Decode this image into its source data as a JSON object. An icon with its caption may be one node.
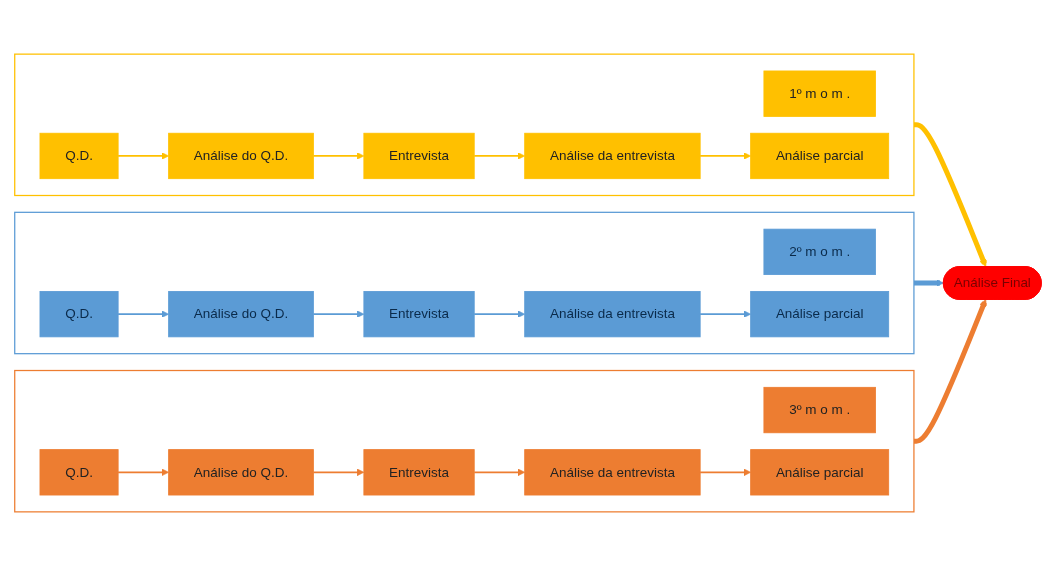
{
  "diagram": {
    "nodes": [
      {
        "text": [],
        "shape": "box"
      },
      {
        "text": [
          "1º m o m ."
        ],
        "in": 0
      },
      {
        "text": [
          "Q.D."
        ],
        "in": 0
      },
      {
        "text": [
          "Análise do Q.D."
        ],
        "in": 0
      },
      {
        "text": [
          "Entrevista"
        ],
        "in": 0
      },
      {
        "text": [
          "Análise da entrevista"
        ],
        "in": 0
      },
      {
        "text": [
          "Análise parcial"
        ],
        "in": 0
      },
      {
        "text": [],
        "shape": "box"
      },
      {
        "text": [
          "2º m o m ."
        ],
        "in": 7
      },
      {
        "text": [
          "Q.D."
        ],
        "in": 7
      },
      {
        "text": [
          "Análise do Q.D."
        ],
        "in": 7
      },
      {
        "text": [
          "Entrevista"
        ],
        "in": 7
      },
      {
        "text": [
          "Análise da entrevista"
        ],
        "in": 7
      },
      {
        "text": [
          "Análise parcial"
        ],
        "in": 7
      },
      {
        "text": [],
        "shape": "box"
      },
      {
        "text": [
          "3º m o m ."
        ],
        "in": 14
      },
      {
        "text": [
          "Q.D."
        ],
        "in": 14
      },
      {
        "text": [
          "Análise do Q.D."
        ],
        "in": 14
      },
      {
        "text": [
          "Entrevista"
        ],
        "in": 14
      },
      {
        "text": [
          "Análise da entrevista"
        ],
        "in": 14
      },
      {
        "text": [
          "Análise parcial"
        ],
        "in": 14
      },
      {
        "text": [
          "Análise Final"
        ]
      }
    ],
    "edges": [
      {
        "from": 2,
        "to": 3,
        "arrow": "to",
        "color": "#ffc000"
      },
      {
        "from": 3,
        "to": 4,
        "arrow": "to",
        "color": "#ffc000"
      },
      {
        "from": 4,
        "to": 5,
        "arrow": "to",
        "color": "#ffc000"
      },
      {
        "from": 5,
        "to": 6,
        "arrow": "to",
        "color": "#ffc000"
      },
      {
        "from": 9,
        "to": 10,
        "arrow": "to",
        "color": "#5b9bd5"
      },
      {
        "from": 10,
        "to": 11,
        "arrow": "to",
        "color": "#5b9bd5"
      },
      {
        "from": 11,
        "to": 12,
        "arrow": "to",
        "color": "#5b9bd5"
      },
      {
        "from": 12,
        "to": 13,
        "arrow": "to",
        "color": "#5b9bd5"
      },
      {
        "from": 16,
        "to": 17,
        "arrow": "to",
        "color": "#ed7d31"
      },
      {
        "from": 17,
        "to": 18,
        "arrow": "to",
        "color": "#ed7d31"
      },
      {
        "from": 18,
        "to": 19,
        "arrow": "to",
        "color": "#ed7d31"
      },
      {
        "from": 19,
        "to": 20,
        "arrow": "to",
        "color": "#ed7d31"
      },
      {
        "from": 0,
        "to": 21,
        "arrow": "to",
        "style": "thick",
        "color": "#ffc000"
      },
      {
        "from": 7,
        "to": 21,
        "arrow": "to",
        "style": "thick",
        "color": "#5b9bd5"
      },
      {
        "from": 14,
        "to": 21,
        "arrow": "to",
        "style": "thick",
        "color": "#ed7d31"
      }
    ]
  }
}
